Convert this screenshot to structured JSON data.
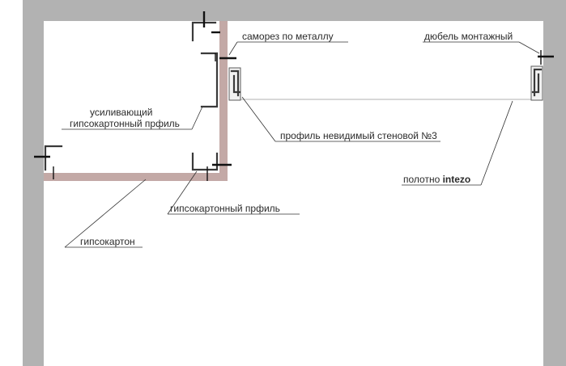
{
  "labels": {
    "samorez": "саморез по металлу",
    "dyubel": "дюбель монтажный",
    "usilivayuschiy_line1": "усиливающий",
    "usilivayuschiy_line2": "гипсокартонный прфиль",
    "profil_nevidimyy": "профиль невидимый стеновой №3",
    "polotno_prefix": "полотно ",
    "polotno_brand": "intezo",
    "gkl_profil": "гипсокартонный прфиль",
    "gipsokarton": "гипсокартон"
  },
  "colors": {
    "wall": "#b2b2b2",
    "drywall": "#c3a9a6",
    "profile": "#3a3a3a",
    "screw": "#111111",
    "film": "#d8d8d8",
    "background": "#ffffff"
  }
}
